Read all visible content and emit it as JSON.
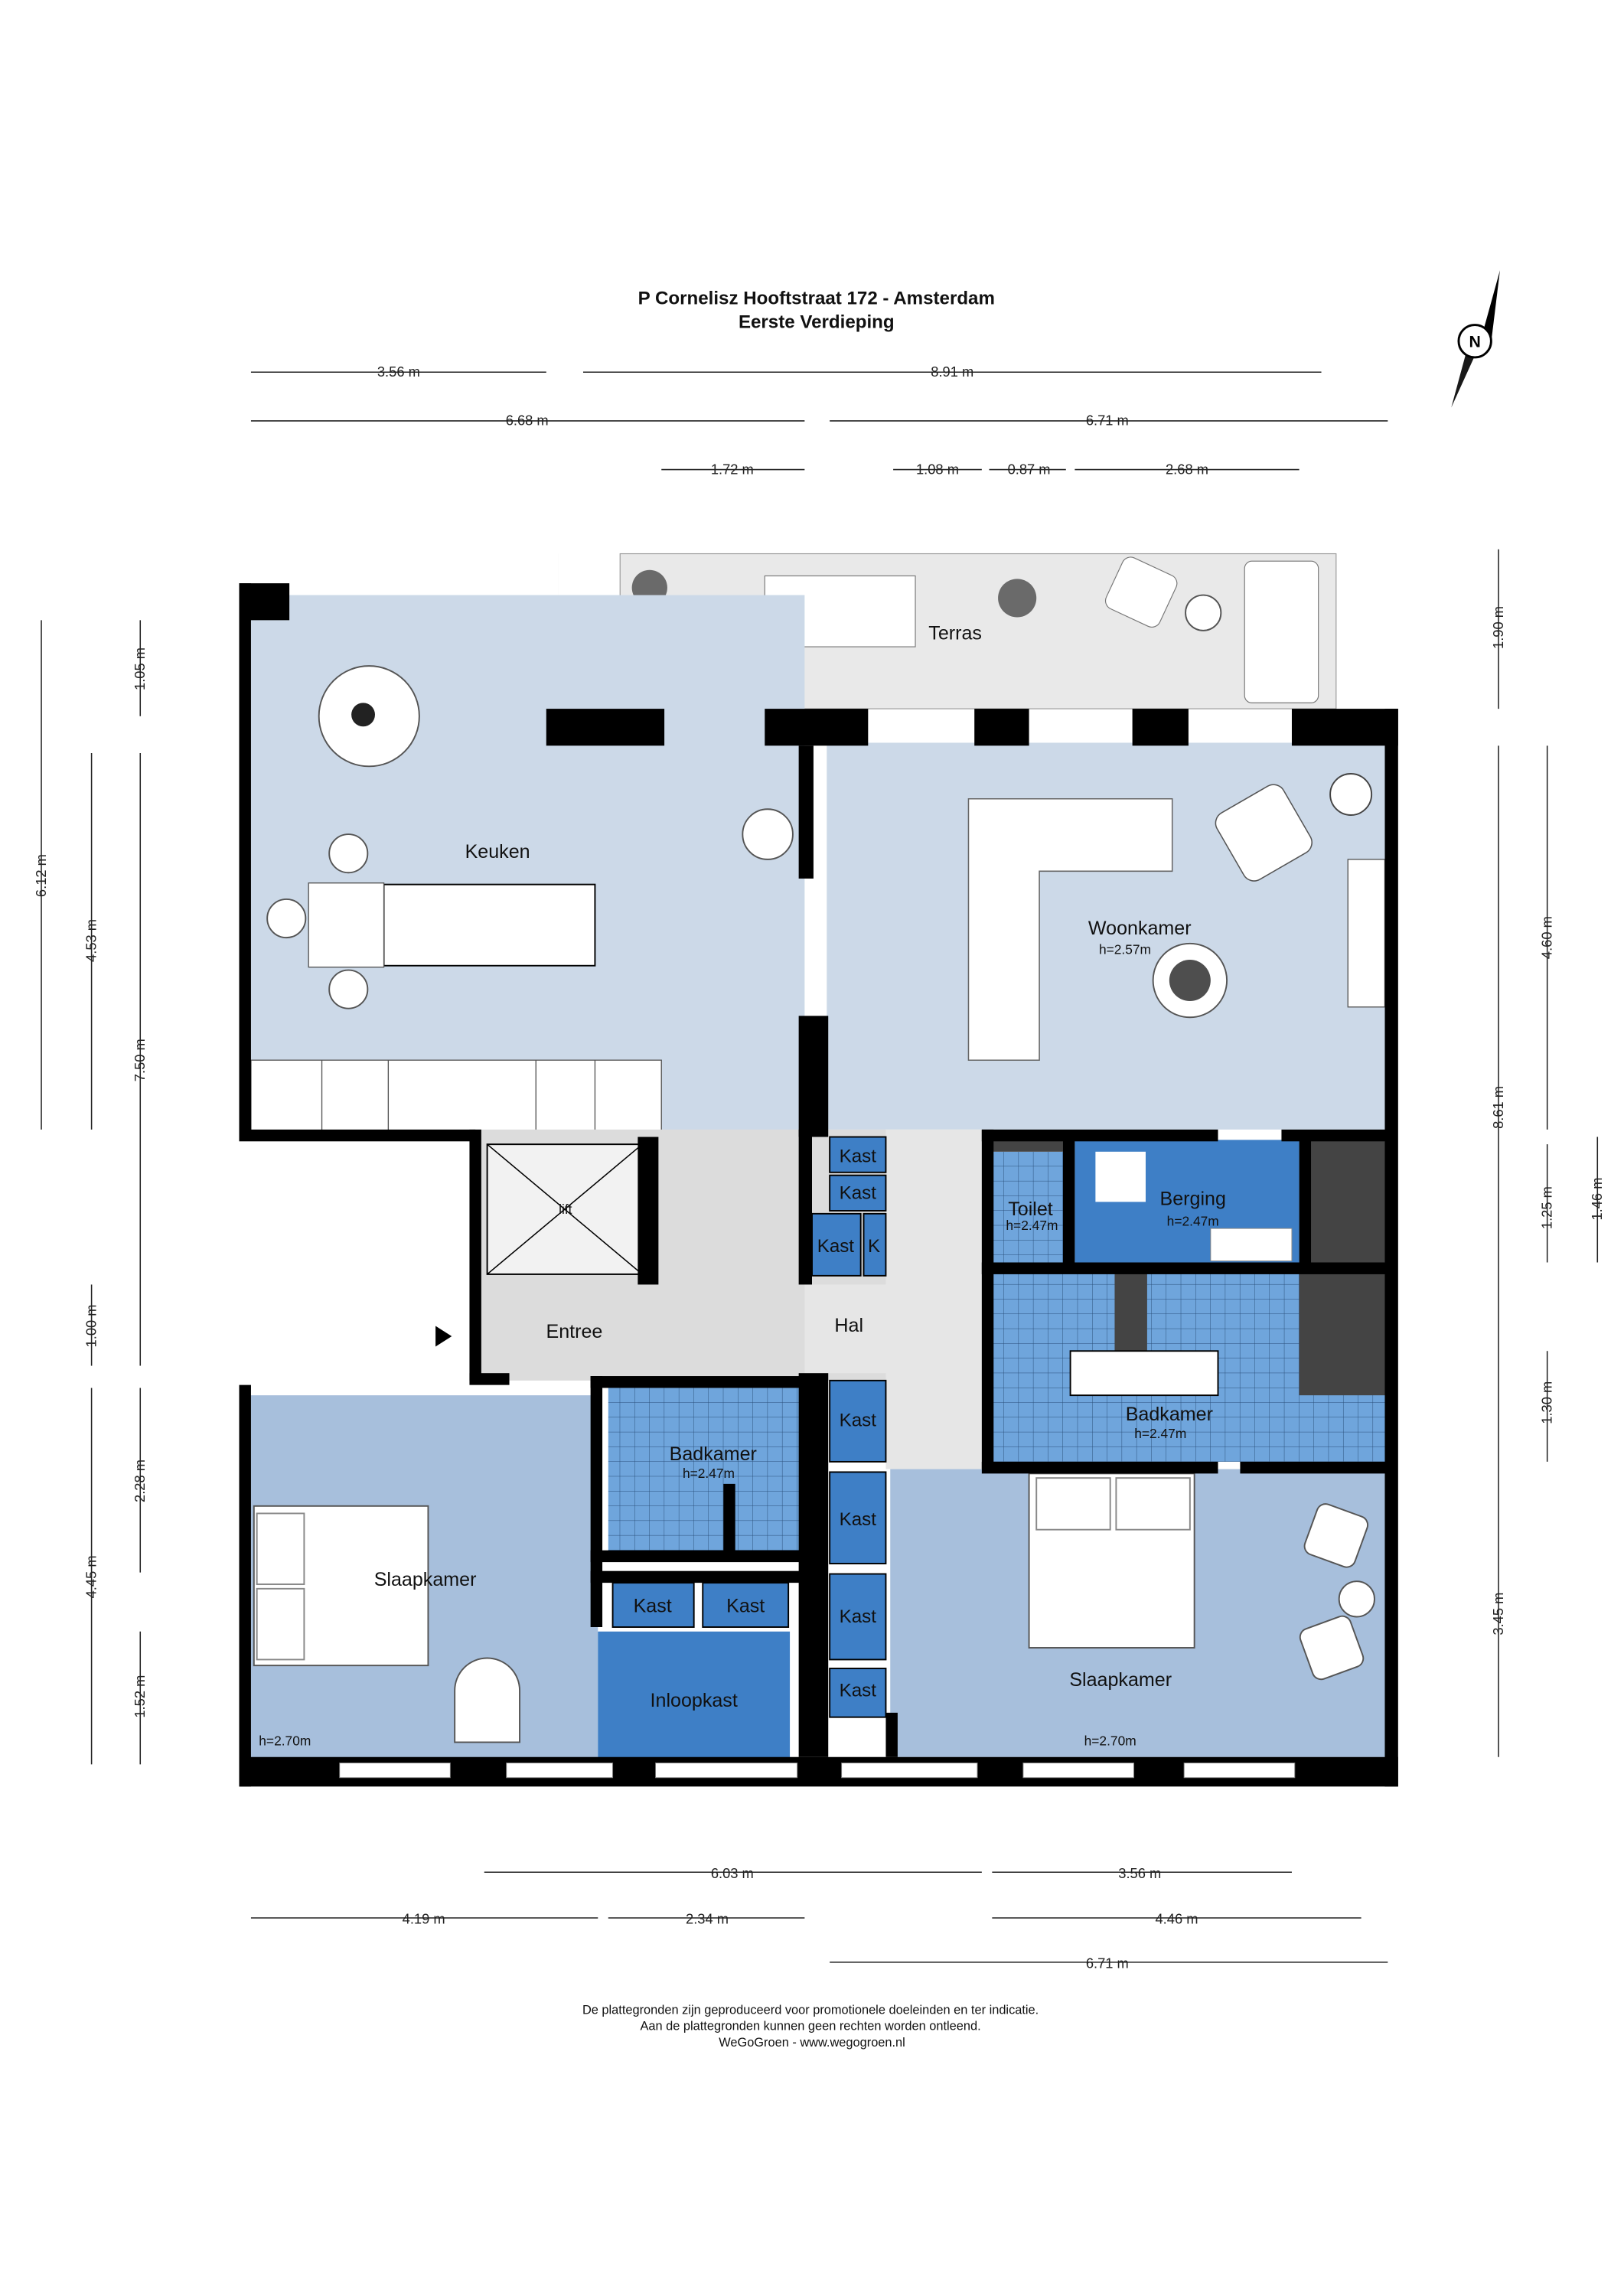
{
  "header": {
    "title": "P Cornelisz Hooftstraat 172 - Amsterdam",
    "subtitle": "Eerste Verdieping"
  },
  "compass": {
    "label": "N"
  },
  "dimensions": {
    "top": [
      "3.56 m",
      "8.91 m",
      "6.68 m",
      "6.71 m",
      "1.72 m",
      "1.08 m",
      "0.87 m",
      "2.68 m"
    ],
    "left": [
      "6.12 m",
      "1.05 m",
      "4.53 m",
      "7.50 m",
      "1.00 m",
      "4.45 m",
      "2.28 m",
      "1.52 m"
    ],
    "right": [
      "1.90 m",
      "4.60 m",
      "8.61 m",
      "1.25 m",
      "1.46 m",
      "1.30 m",
      "3.45 m"
    ],
    "bottom": [
      "6.03 m",
      "3.56 m",
      "4.19 m",
      "2.34 m",
      "4.46 m",
      "6.71 m"
    ]
  },
  "rooms": {
    "terras": "Terras",
    "keuken": "Keuken",
    "woonkamer": "Woonkamer",
    "woonkamer_h": "h=2.57m",
    "lift": "lift",
    "entree": "Entree",
    "hal": "Hal",
    "kast": "Kast",
    "k": "K",
    "toilet": "Toilet",
    "toilet_h": "h=2.47m",
    "berging": "Berging",
    "berging_h": "h=2.47m",
    "badkamer": "Badkamer",
    "badkamer_h": "h=2.47m",
    "slaapkamer": "Slaapkamer",
    "slaapkamer_h": "h=2.70m",
    "inloopkast": "Inloopkast"
  },
  "footer": {
    "line1": "De plattegronden zijn geproduceerd voor promotionele doeleinden en ter indicatie.",
    "line2": "Aan de plattegronden kunnen geen rechten worden ontleend.",
    "line3": "WeGoGroen -  www.wegogroen.nl"
  },
  "colors": {
    "living": "#ccd9e8",
    "bedroom": "#a7bfdc",
    "wet": "#6fa5dc",
    "storage": "#3e7fc6",
    "hall": "#dcdcdc",
    "terrace": "#e9e9e9",
    "wall": "#000000"
  }
}
